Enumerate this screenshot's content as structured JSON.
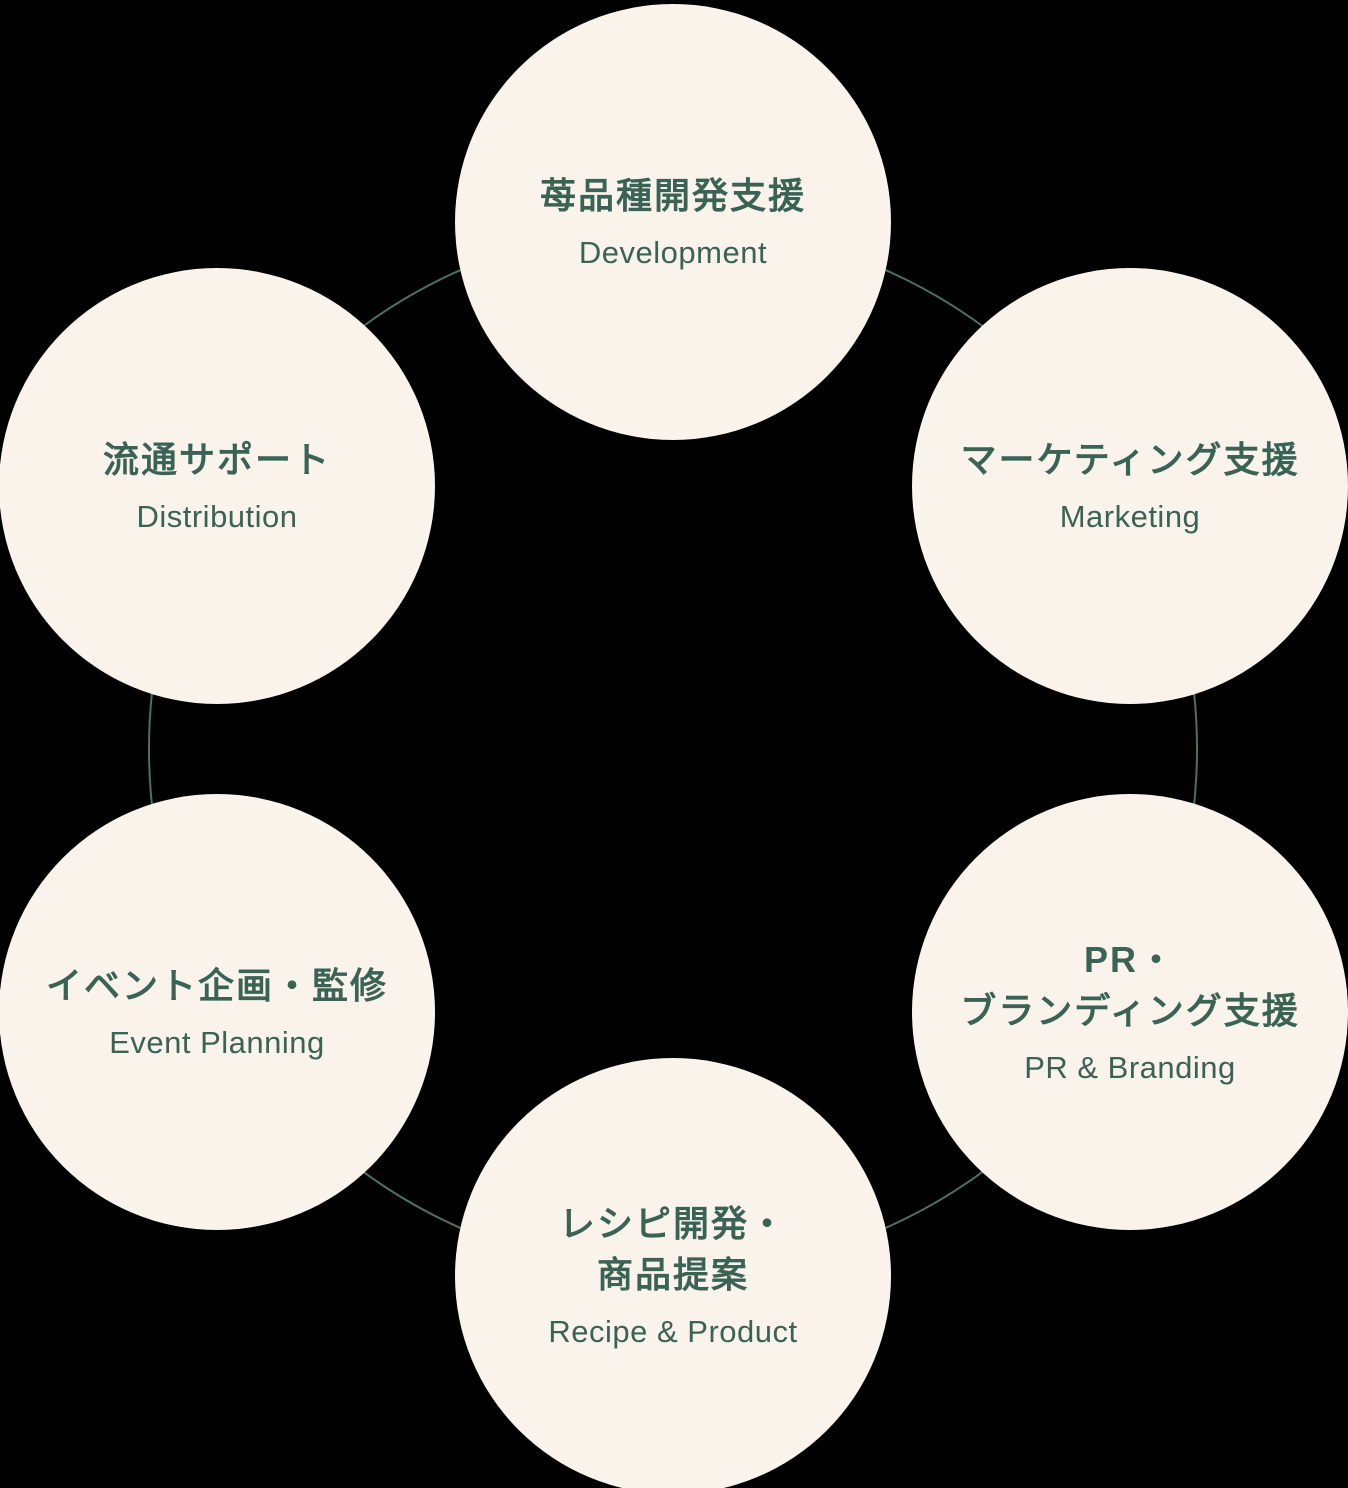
{
  "colors": {
    "background": "#000000",
    "circle_fill": "#FAF3EC",
    "text": "#3A6356",
    "ring": "#4E6F61"
  },
  "circles": [
    {
      "id": "development",
      "position": "top",
      "jp_lines": [
        "苺品種開発支援"
      ],
      "en": "Development"
    },
    {
      "id": "marketing",
      "position": "upper-right",
      "jp_lines": [
        "マーケティング支援"
      ],
      "en": "Marketing"
    },
    {
      "id": "pr-branding",
      "position": "lower-right",
      "jp_lines": [
        "PR・",
        "ブランディング支援"
      ],
      "en": "PR & Branding"
    },
    {
      "id": "recipe-product",
      "position": "bottom",
      "jp_lines": [
        "レシピ開発・",
        "商品提案"
      ],
      "en": "Recipe & Product"
    },
    {
      "id": "event-planning",
      "position": "lower-left",
      "jp_lines": [
        "イベント企画・監修"
      ],
      "en": "Event Planning"
    },
    {
      "id": "distribution",
      "position": "upper-left",
      "jp_lines": [
        "流通サポート"
      ],
      "en": "Distribution"
    }
  ]
}
